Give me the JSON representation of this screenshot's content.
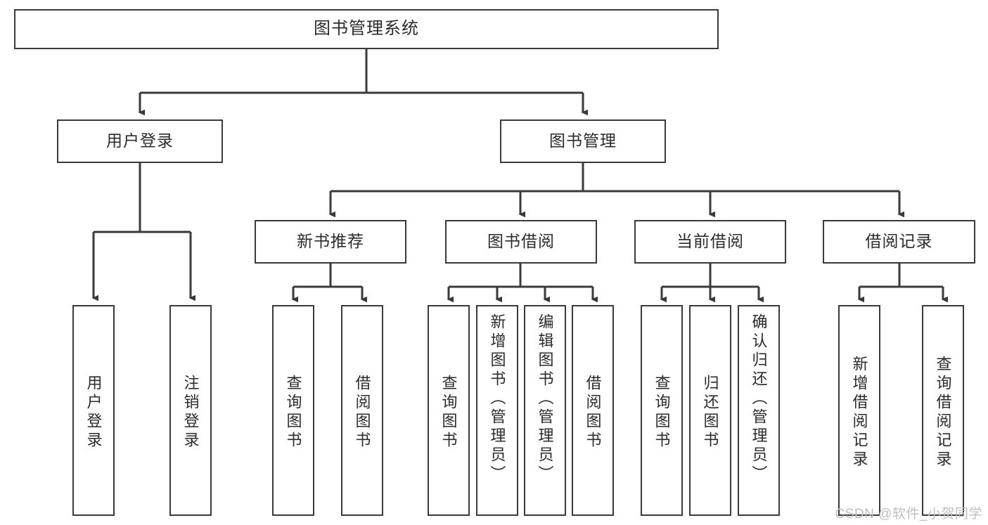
{
  "diagram": {
    "title": "图书管理系统",
    "type": "tree-hierarchy-diagram",
    "colors": {
      "stroke": "#3a3a3a",
      "fill": "#ffffff",
      "text": "#2b2b2b",
      "watermark": "#bfbfbf"
    },
    "root": {
      "label": "图书管理系统"
    },
    "level2": [
      {
        "label": "用户登录"
      },
      {
        "label": "图书管理"
      }
    ],
    "level3": [
      {
        "label": "新书推荐"
      },
      {
        "label": "图书借阅"
      },
      {
        "label": "当前借阅"
      },
      {
        "label": "借阅记录"
      }
    ],
    "leaves": {
      "user_login": [
        {
          "label": "用户登录"
        },
        {
          "label": "注销登录"
        }
      ],
      "new_book_recommend": [
        {
          "label": "查询图书"
        },
        {
          "label": "借阅图书"
        }
      ],
      "book_borrow": [
        {
          "label": "查询图书"
        },
        {
          "label": "新增图书（管理员）"
        },
        {
          "label": "编辑图书（管理员）"
        },
        {
          "label": "借阅图书"
        }
      ],
      "current_borrow": [
        {
          "label": "查询图书"
        },
        {
          "label": "归还图书"
        },
        {
          "label": "确认归还（管理员）"
        }
      ],
      "borrow_record": [
        {
          "label": "新增借阅记录"
        },
        {
          "label": "查询借阅记录"
        }
      ]
    }
  },
  "watermark": {
    "text": "CSDN @软件_小贺同学"
  }
}
